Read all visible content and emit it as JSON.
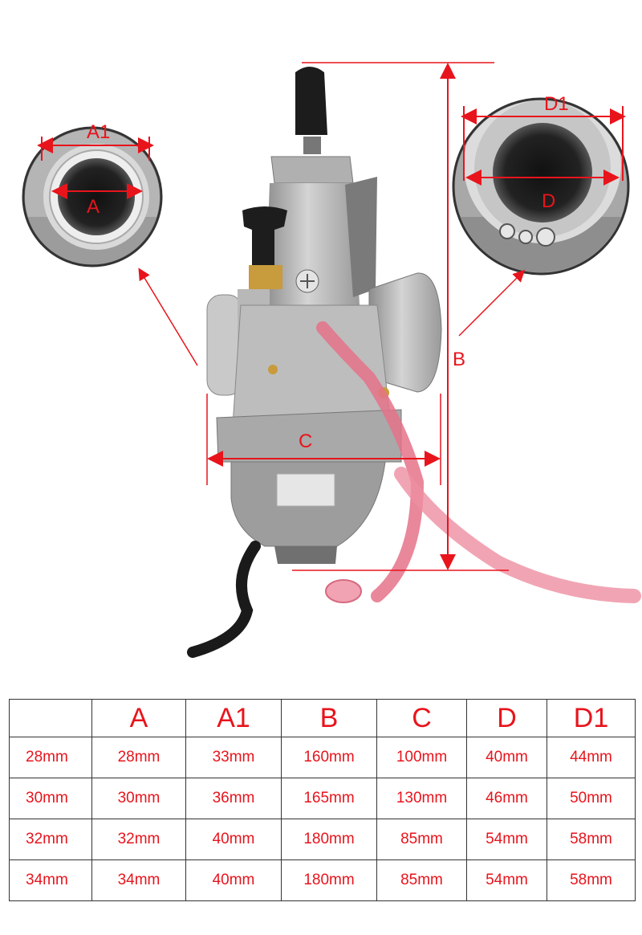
{
  "diagram": {
    "labels": {
      "A": "A",
      "A1": "A1",
      "B": "B",
      "C": "C",
      "D": "D",
      "D1": "D1"
    },
    "accent_color": "#e8141c"
  },
  "table": {
    "headers": [
      "",
      "A",
      "A1",
      "B",
      "C",
      "D",
      "D1"
    ],
    "rows": [
      [
        "28mm",
        "28mm",
        "33mm",
        "160mm",
        "100mm",
        "40mm",
        "44mm"
      ],
      [
        "30mm",
        "30mm",
        "36mm",
        "165mm",
        "130mm",
        "46mm",
        "50mm"
      ],
      [
        "32mm",
        "32mm",
        "40mm",
        "180mm",
        "85mm",
        "54mm",
        "58mm"
      ],
      [
        "34mm",
        "34mm",
        "40mm",
        "180mm",
        "85mm",
        "54mm",
        "58mm"
      ]
    ]
  }
}
